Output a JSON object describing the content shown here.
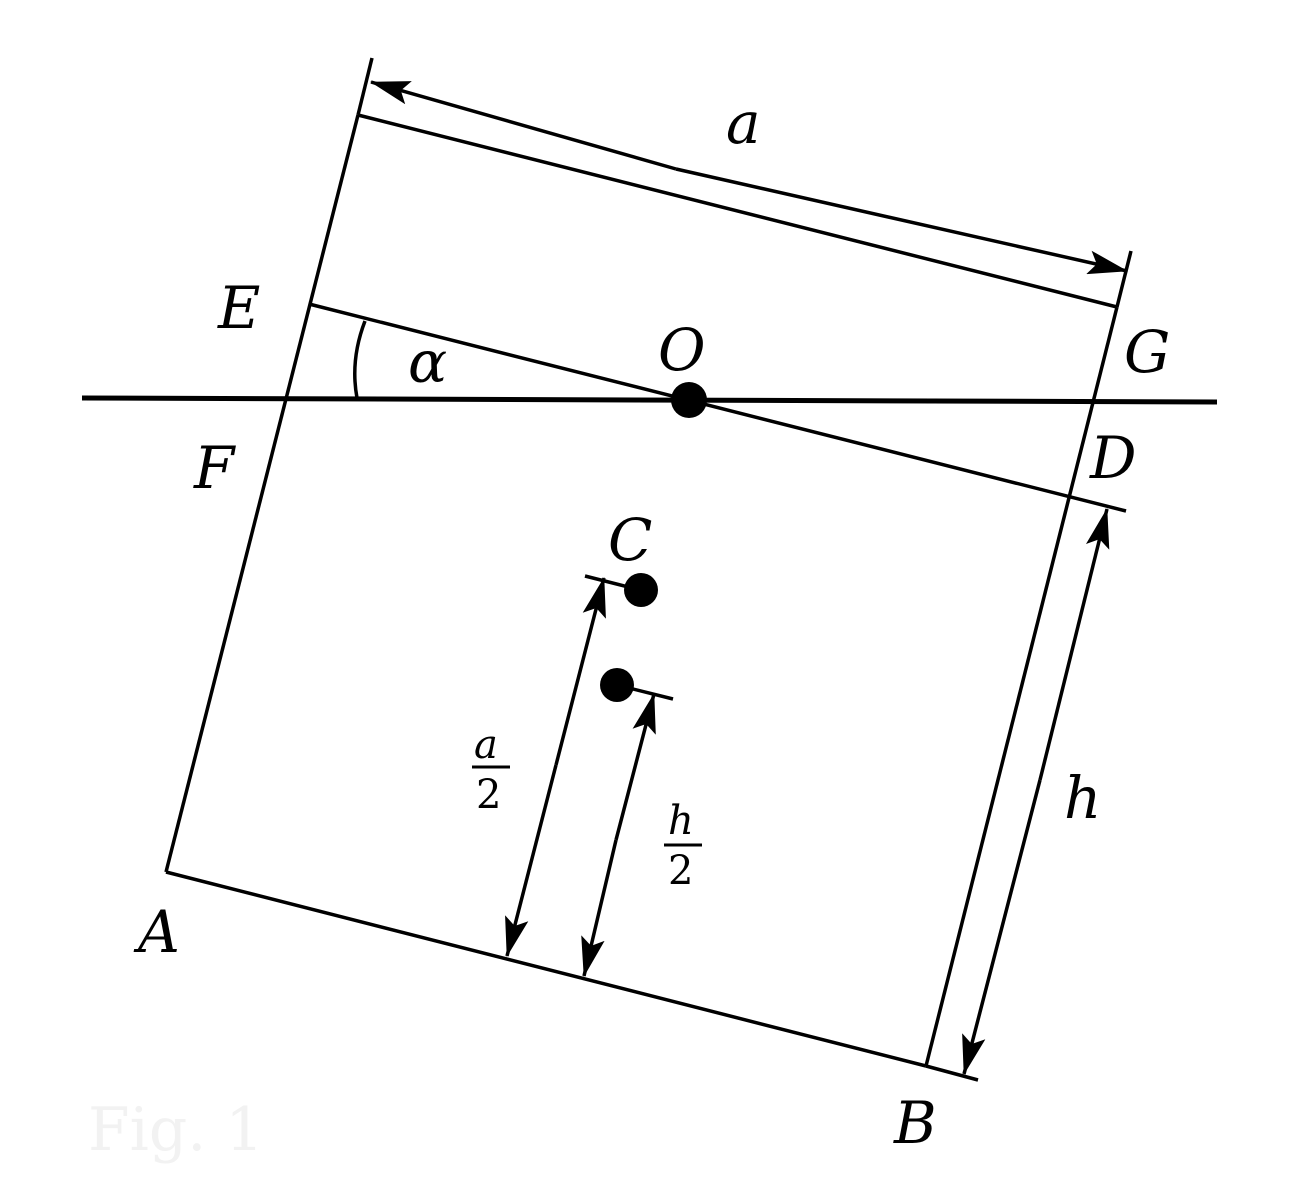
{
  "points": {
    "A": "A",
    "B": "B",
    "C": "C",
    "D": "D",
    "E": "E",
    "F": "F",
    "G": "G",
    "O": "O"
  },
  "angle_label": "α",
  "dimensions": {
    "width": "a",
    "height": "h",
    "half_width_num": "a",
    "half_width_den": "2",
    "half_height_num": "h",
    "half_height_den": "2"
  },
  "watermark": "Fig. 1"
}
